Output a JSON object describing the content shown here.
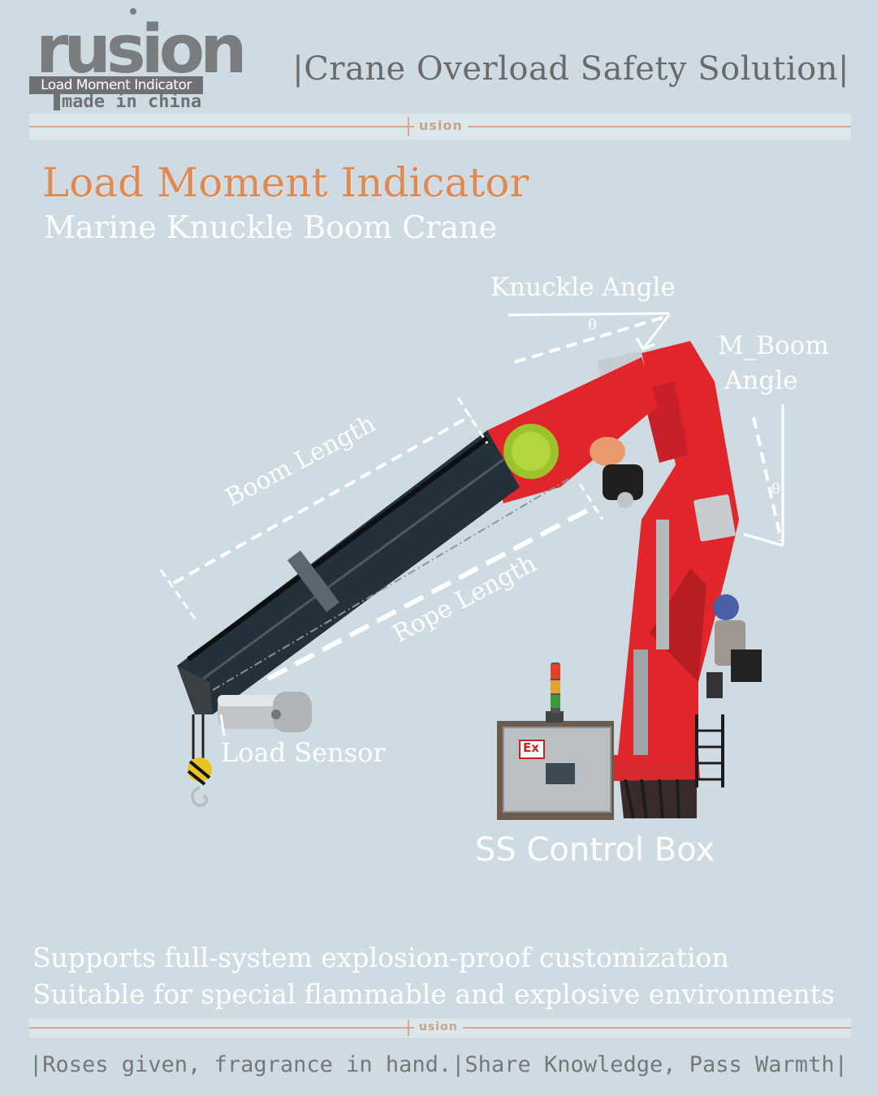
{
  "logo": {
    "word": "rusion",
    "band": "Load Moment Indicator",
    "tagline": "made in china"
  },
  "header": {
    "title": "|Crane Overload Safety Solution|"
  },
  "divider": {
    "word": "usion"
  },
  "hero": {
    "title": "Load Moment Indicator",
    "subtitle": "Marine Knuckle Boom Crane"
  },
  "diagram": {
    "knuckle_angle": "Knuckle Angle",
    "m_boom_line1": "M_Boom",
    "m_boom_line2": "Angle",
    "theta": "θ",
    "boom_length": "Boom Length",
    "rope_length": "Rope Length",
    "load_sensor": "Load Sensor",
    "control_box": "SS Control Box",
    "box_badge": "Ex"
  },
  "features": [
    "Supports full-system explosion-proof customization",
    "Suitable for special flammable and explosive environments"
  ],
  "footer": {
    "slogan": "|Roses given, fragrance in hand.|Share Knowledge, Pass Warmth|"
  },
  "colors": {
    "background": "#cfdbe2",
    "accent_orange": "#de8a55",
    "crane_red": "#e0262b",
    "boom_dark": "#25313a"
  }
}
